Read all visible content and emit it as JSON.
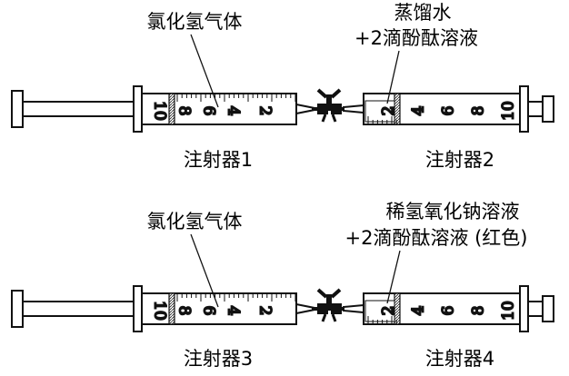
{
  "top": {
    "gas_label": "氯化氢气体",
    "liquid_line1": "蒸馏水",
    "liquid_line2": "+2滴酚酞溶液",
    "left_name": "注射器1",
    "right_name": "注射器2"
  },
  "bottom": {
    "gas_label": "氯化氢气体",
    "liquid_line1": "稀氢氧化钠溶液",
    "liquid_line2": "+2滴酚酞溶液 (红色)",
    "left_name": "注射器3",
    "right_name": "注射器4"
  },
  "scale": {
    "left_numbers": [
      "10",
      "8",
      "6",
      "4",
      "2"
    ],
    "right_numbers": [
      "2",
      "4",
      "6",
      "8",
      "10"
    ]
  },
  "colors": {
    "stroke": "#111111",
    "background": "#ffffff"
  }
}
